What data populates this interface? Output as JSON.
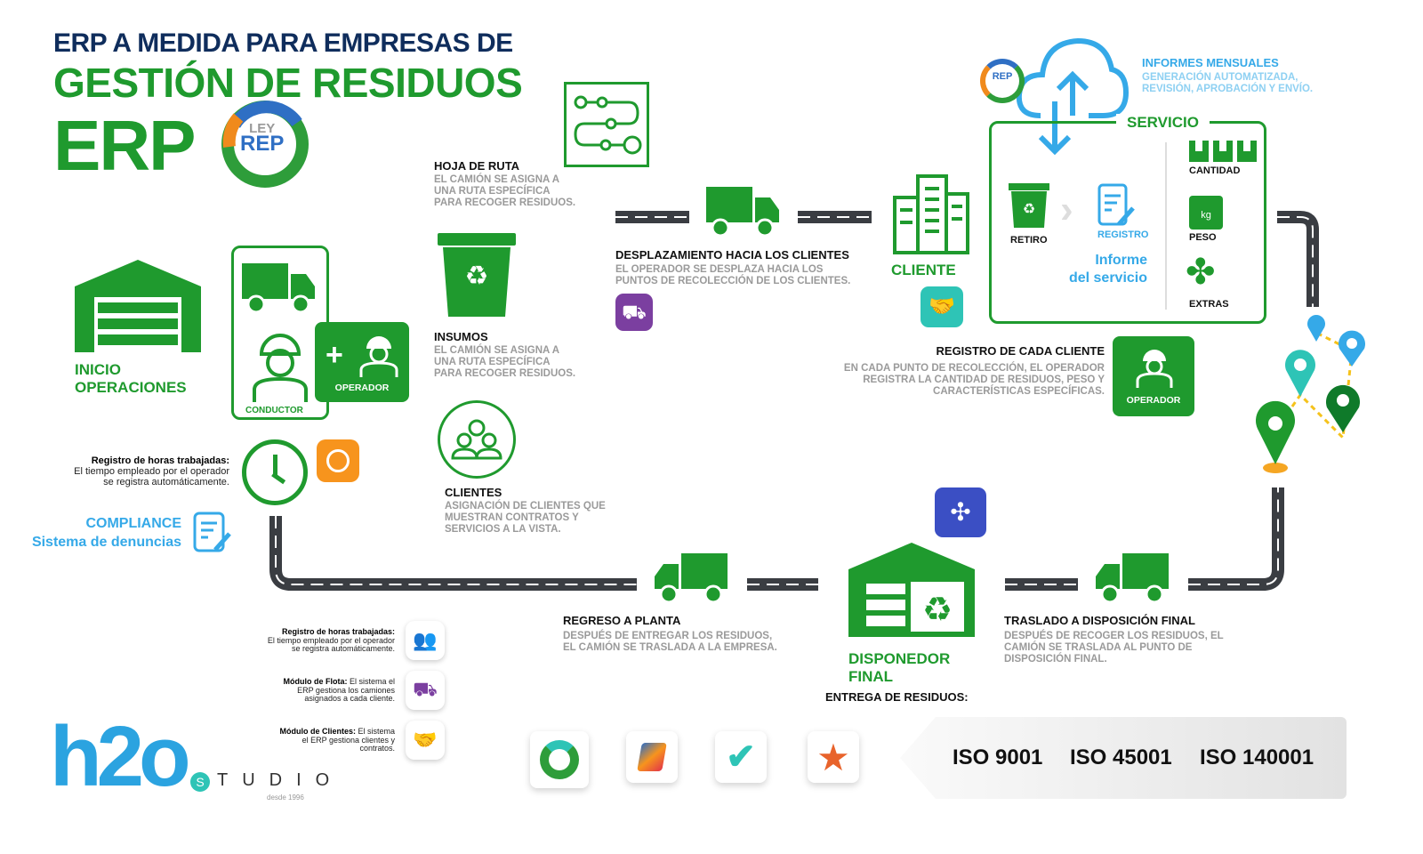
{
  "header": {
    "line1": "ERP A MEDIDA PARA EMPRESAS DE",
    "line2": "GESTIÓN DE RESIDUOS",
    "erp": "ERP",
    "logo": {
      "ley": "LEY",
      "rep": "REP"
    }
  },
  "inicio": {
    "label1": "INICIO",
    "label2": "OPERACIONES"
  },
  "conductor": {
    "label": "CONDUCTOR"
  },
  "operador": {
    "label": "OPERADOR"
  },
  "horas": {
    "title": "Registro de horas trabajadas:",
    "desc1": "El tiempo empleado por el operador",
    "desc2": "se registra automáticamente."
  },
  "compliance": {
    "title": "COMPLIANCE",
    "subtitle": "Sistema de denuncias"
  },
  "hoja_ruta": {
    "title": "HOJA DE RUTA",
    "desc": [
      "EL CAMIÓN SE ASIGNA A",
      "UNA RUTA ESPECÍFICA",
      "PARA RECOGER RESIDUOS."
    ]
  },
  "insumos": {
    "title": "INSUMOS",
    "desc": [
      "EL CAMIÓN SE ASIGNA A",
      "UNA RUTA ESPECÍFICA",
      "PARA RECOGER RESIDUOS."
    ]
  },
  "clientes": {
    "title": "CLIENTES",
    "desc": [
      "ASIGNACIÓN DE CLIENTES QUE",
      "MUESTRAN CONTRATOS Y",
      "SERVICIOS A LA VISTA."
    ]
  },
  "desplazamiento": {
    "title": "DESPLAZAMIENTO HACIA LOS CLIENTES",
    "desc": [
      "EL OPERADOR SE DESPLAZA HACIA LOS",
      "PUNTOS DE RECOLECCIÓN DE LOS CLIENTES."
    ]
  },
  "cliente": {
    "label": "CLIENTE"
  },
  "informes": {
    "title": "INFORMES MENSUALES",
    "desc": [
      "GENERACIÓN AUTOMATIZADA,",
      "REVISIÓN, APROBACIÓN Y ENVÍO."
    ]
  },
  "servicio": {
    "title": "SERVICIO",
    "retiro": "RETIRO",
    "registro": "REGISTRO",
    "informe1": "Informe",
    "informe2": "del servicio",
    "cantidad": "CANTIDAD",
    "peso": "PESO",
    "kg": "kg",
    "extras": "EXTRAS"
  },
  "registro_cliente": {
    "title": "REGISTRO DE CADA CLIENTE",
    "desc": [
      "EN CADA PUNTO DE RECOLECCIÓN, EL OPERADOR",
      "REGISTRA LA CANTIDAD DE RESIDUOS, PESO Y",
      "CARACTERÍSTICAS ESPECÍFICAS."
    ],
    "operador": "OPERADOR"
  },
  "regreso": {
    "title": "REGRESO A PLANTA",
    "desc": [
      "DESPUÉS DE ENTREGAR LOS RESIDUOS,",
      "EL CAMIÓN SE TRASLADA A LA EMPRESA."
    ]
  },
  "disponedor": {
    "label1": "DISPONEDOR",
    "label2": "FINAL",
    "entrega": "ENTREGA DE RESIDUOS:"
  },
  "traslado": {
    "title": "TRASLADO A DISPOSICIÓN FINAL",
    "desc": [
      "DESPUÉS DE RECOGER LOS RESIDUOS, EL",
      "CAMIÓN SE TRASLADA AL PUNTO DE",
      "DISPOSICIÓN FINAL."
    ]
  },
  "modules": [
    {
      "bold": "Registro de horas trabajadas:",
      "lines": [
        "El tiempo empleado por el operador",
        "se registra automáticamente."
      ],
      "icon": "users-icon"
    },
    {
      "bold": "Módulo de Flota:",
      "lines": [
        "El sistema el",
        "ERP gestiona los camiones",
        "asignados a cada cliente."
      ],
      "icon": "fleet-icon"
    },
    {
      "bold": "Módulo de Clientes:",
      "lines": [
        "El sistema",
        "el ERP gestiona clientes y",
        "contratos."
      ],
      "icon": "handshake-icon"
    }
  ],
  "brand": {
    "logo": "h2o",
    "studio": "TUDIO",
    "s": "S",
    "since": "desde 1996"
  },
  "iso": [
    "ISO 9001",
    "ISO 45001",
    "ISO 140001"
  ],
  "colors": {
    "green": "#1f9a2e",
    "navy": "#0f2d5c",
    "blue": "#35a9e8",
    "road": "#3a3d42"
  }
}
